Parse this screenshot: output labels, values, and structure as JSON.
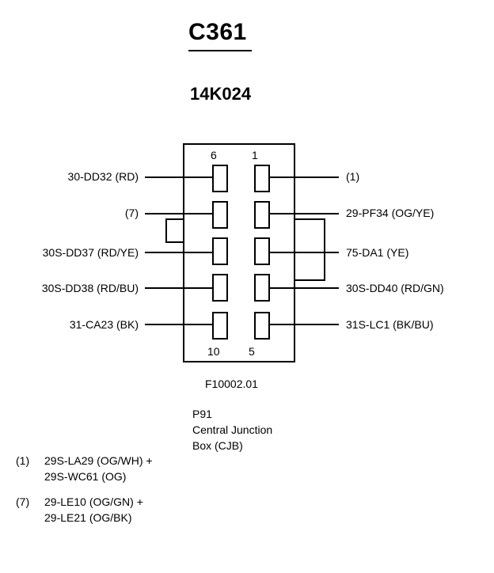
{
  "connector": {
    "id": "C361",
    "part_number": "14K024"
  },
  "cavity_numbers": {
    "top_left": "6",
    "top_right": "1",
    "bottom_left": "10",
    "bottom_right": "5"
  },
  "left_wires": [
    "30-DD32 (RD)",
    "(7)",
    "30S-DD37 (RD/YE)",
    "30S-DD38 (RD/BU)",
    "31-CA23 (BK)"
  ],
  "right_wires": [
    "(1)",
    "29-PF34 (OG/YE)",
    "75-DA1 (YE)",
    "30S-DD40 (RD/GN)",
    "31S-LC1 (BK/BU)"
  ],
  "figure_id": "F10002.01",
  "location": {
    "line1": "P91",
    "line2": "Central Junction",
    "line3": "Box (CJB)"
  },
  "notes": [
    {
      "key": "(1)",
      "line1": "29S-LA29 (OG/WH) +",
      "line2": "29S-WC61 (OG)"
    },
    {
      "key": "(7)",
      "line1": "29-LE10 (OG/GN) +",
      "line2": "29-LE21 (OG/BK)"
    }
  ]
}
